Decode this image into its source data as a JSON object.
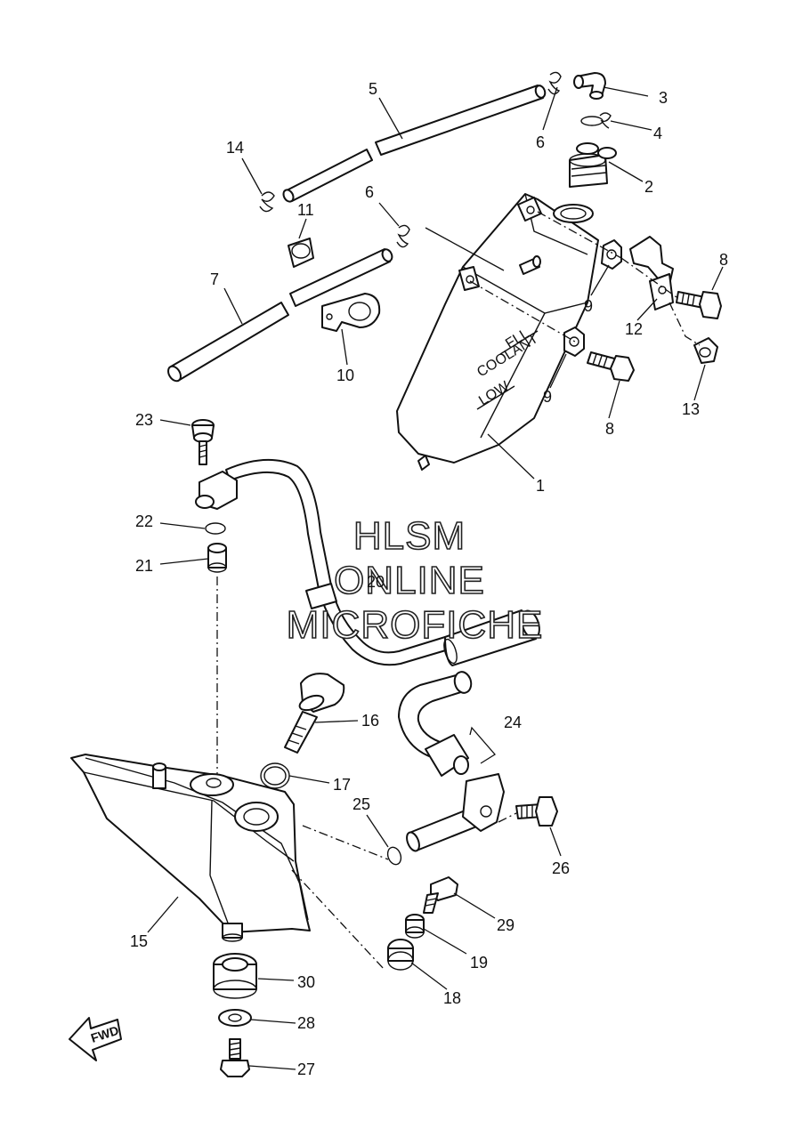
{
  "watermark": {
    "line1": "HLSM",
    "line2": "ONLINE",
    "line3": "MICROFICHE"
  },
  "tank_markings": {
    "full": "FLL",
    "coolant": "COOLANT",
    "low": "LOW"
  },
  "fwd_label": "FWD",
  "callouts": {
    "c1": "1",
    "c2": "2",
    "c3": "3",
    "c4": "4",
    "c5": "5",
    "c6a": "6",
    "c6b": "6",
    "c7": "7",
    "c8a": "8",
    "c8b": "8",
    "c9a": "9",
    "c9b": "9",
    "c10": "10",
    "c11": "11",
    "c12": "12",
    "c13": "13",
    "c14": "14",
    "c15": "15",
    "c16": "16",
    "c17": "17",
    "c18": "18",
    "c19": "19",
    "c20": "20",
    "c21": "21",
    "c22": "22",
    "c23": "23",
    "c24": "24",
    "c25": "25",
    "c26": "26",
    "c27": "27",
    "c28": "28",
    "c29": "29",
    "c30": "30"
  }
}
